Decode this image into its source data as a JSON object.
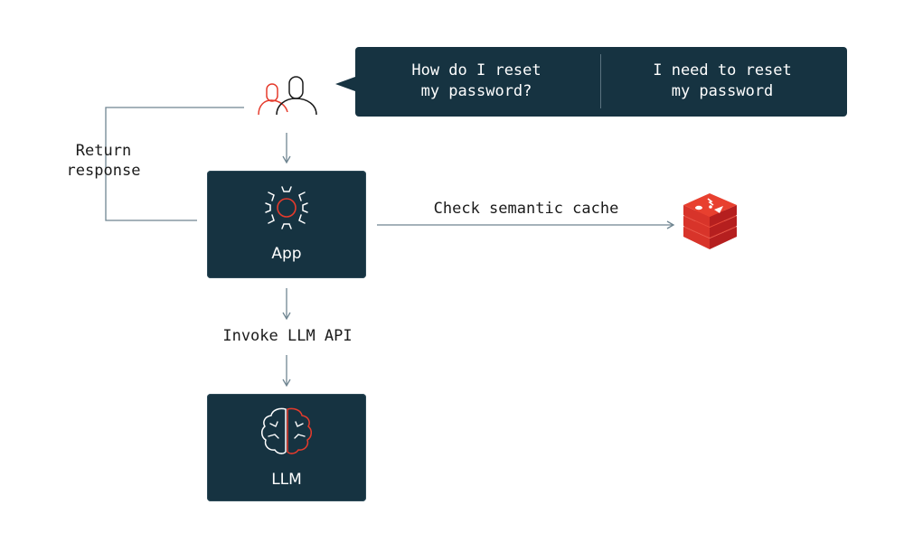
{
  "bubble": {
    "query_1": "How do I reset\nmy password?",
    "query_2": "I need to reset\nmy password"
  },
  "labels": {
    "return_response": "Return\nresponse",
    "check_cache": "Check semantic cache",
    "invoke_llm": "Invoke LLM API"
  },
  "boxes": {
    "app": "App",
    "llm": "LLM"
  },
  "icons": {
    "users": "users-icon",
    "app": "gear-icon",
    "llm": "brain-icon",
    "cache": "redis-cache-icon"
  },
  "colors": {
    "dark": "#163341",
    "accent": "#e53b2c",
    "line": "#6f8591"
  }
}
